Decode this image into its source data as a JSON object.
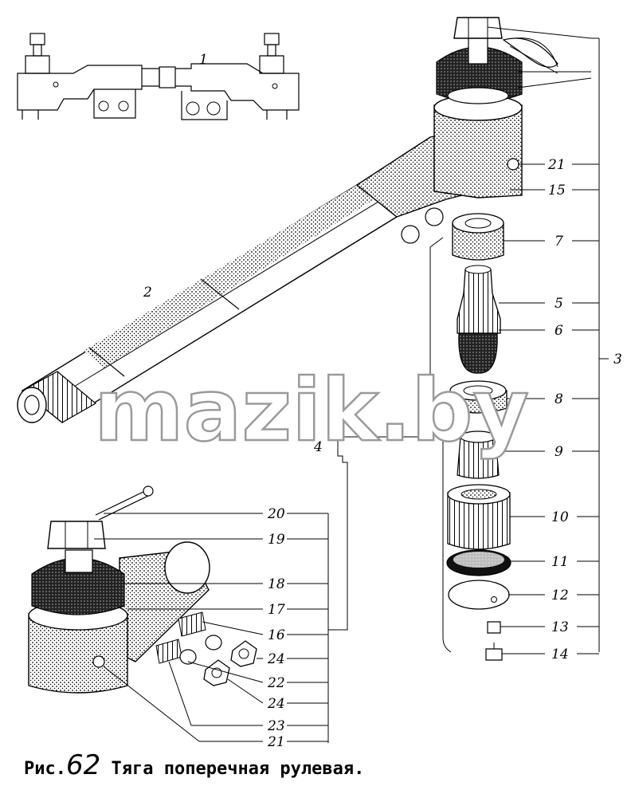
{
  "watermark": "mazik.by",
  "caption": {
    "prefix": "Рис.",
    "number": "62",
    "title": "Тяга поперечная рулевая."
  },
  "callouts": [
    "1",
    "2",
    "3",
    "4",
    "5",
    "6",
    "7",
    "8",
    "9",
    "10",
    "11",
    "12",
    "13",
    "14",
    "15",
    "16",
    "17",
    "18",
    "19",
    "20",
    "21",
    "22",
    "23",
    "24",
    "24",
    "21"
  ]
}
